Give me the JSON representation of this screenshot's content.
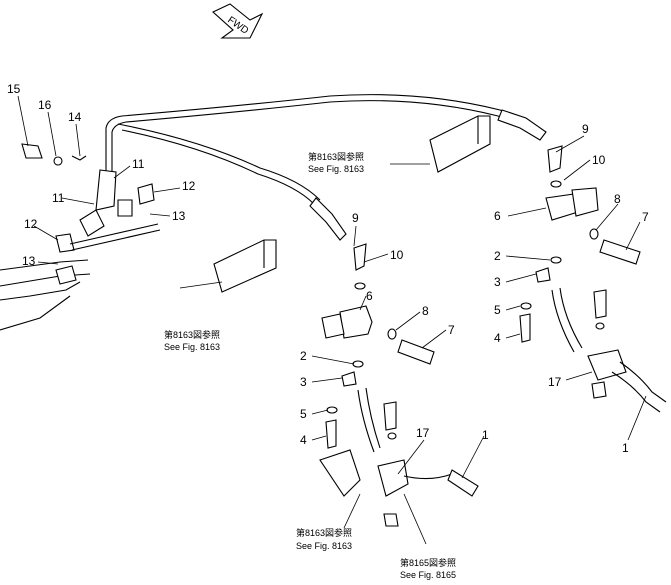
{
  "fwd_label": "FWD",
  "callouts": {
    "c15": "15",
    "c16": "16",
    "c14": "14",
    "c11a": "11",
    "c11b": "11",
    "c12a": "12",
    "c12b": "12",
    "c13a": "13",
    "c13b": "13",
    "c9a": "9",
    "c10a": "10",
    "c6a": "6",
    "c8a": "8",
    "c7a": "7",
    "c2a": "2",
    "c3a": "3",
    "c5a": "5",
    "c4a": "4",
    "c17a": "17",
    "c1a": "1",
    "c9b": "9",
    "c10b": "10",
    "c6b": "6",
    "c8b": "8",
    "c7b": "7",
    "c2b": "2",
    "c3b": "3",
    "c5b": "5",
    "c4b": "4",
    "c17b": "17",
    "c1b": "1"
  },
  "references": [
    {
      "jp": "第8163図参照",
      "en": "See Fig. 8163"
    },
    {
      "jp": "第8163図参照",
      "en": "See Fig. 8163"
    },
    {
      "jp": "第8163図参照",
      "en": "See Fig. 8163"
    },
    {
      "jp": "第8165図参照",
      "en": "See Fig. 8165"
    }
  ]
}
